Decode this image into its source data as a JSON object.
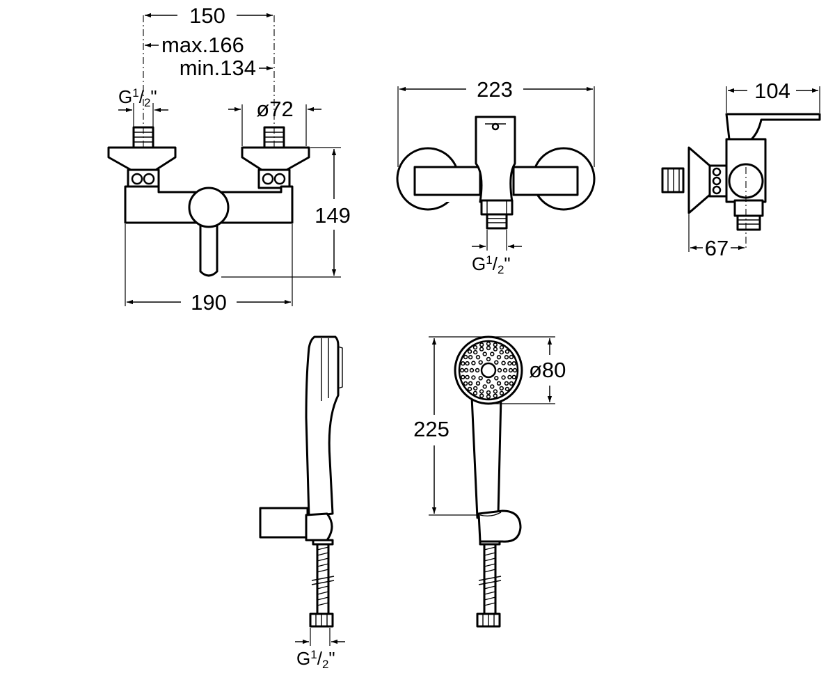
{
  "front_view": {
    "inlet_spacing": "150",
    "inlet_spacing_max": "max.166",
    "inlet_spacing_min": "min.134",
    "inlet_thread": {
      "base": "G",
      "num": "1",
      "den": "2",
      "suffix": "\""
    },
    "inlet_cover_diameter": "ø72",
    "height": "149",
    "width": "190"
  },
  "bottom_view": {
    "length": "223",
    "outlet_thread": {
      "base": "G",
      "num": "1",
      "den": "2",
      "suffix": "\""
    }
  },
  "side_view": {
    "depth": "104",
    "offset": "67"
  },
  "hand_shower": {
    "length": "225",
    "head_diameter": "ø80",
    "hose_thread": {
      "base": "G",
      "num": "1",
      "den": "2",
      "suffix": "\""
    }
  }
}
